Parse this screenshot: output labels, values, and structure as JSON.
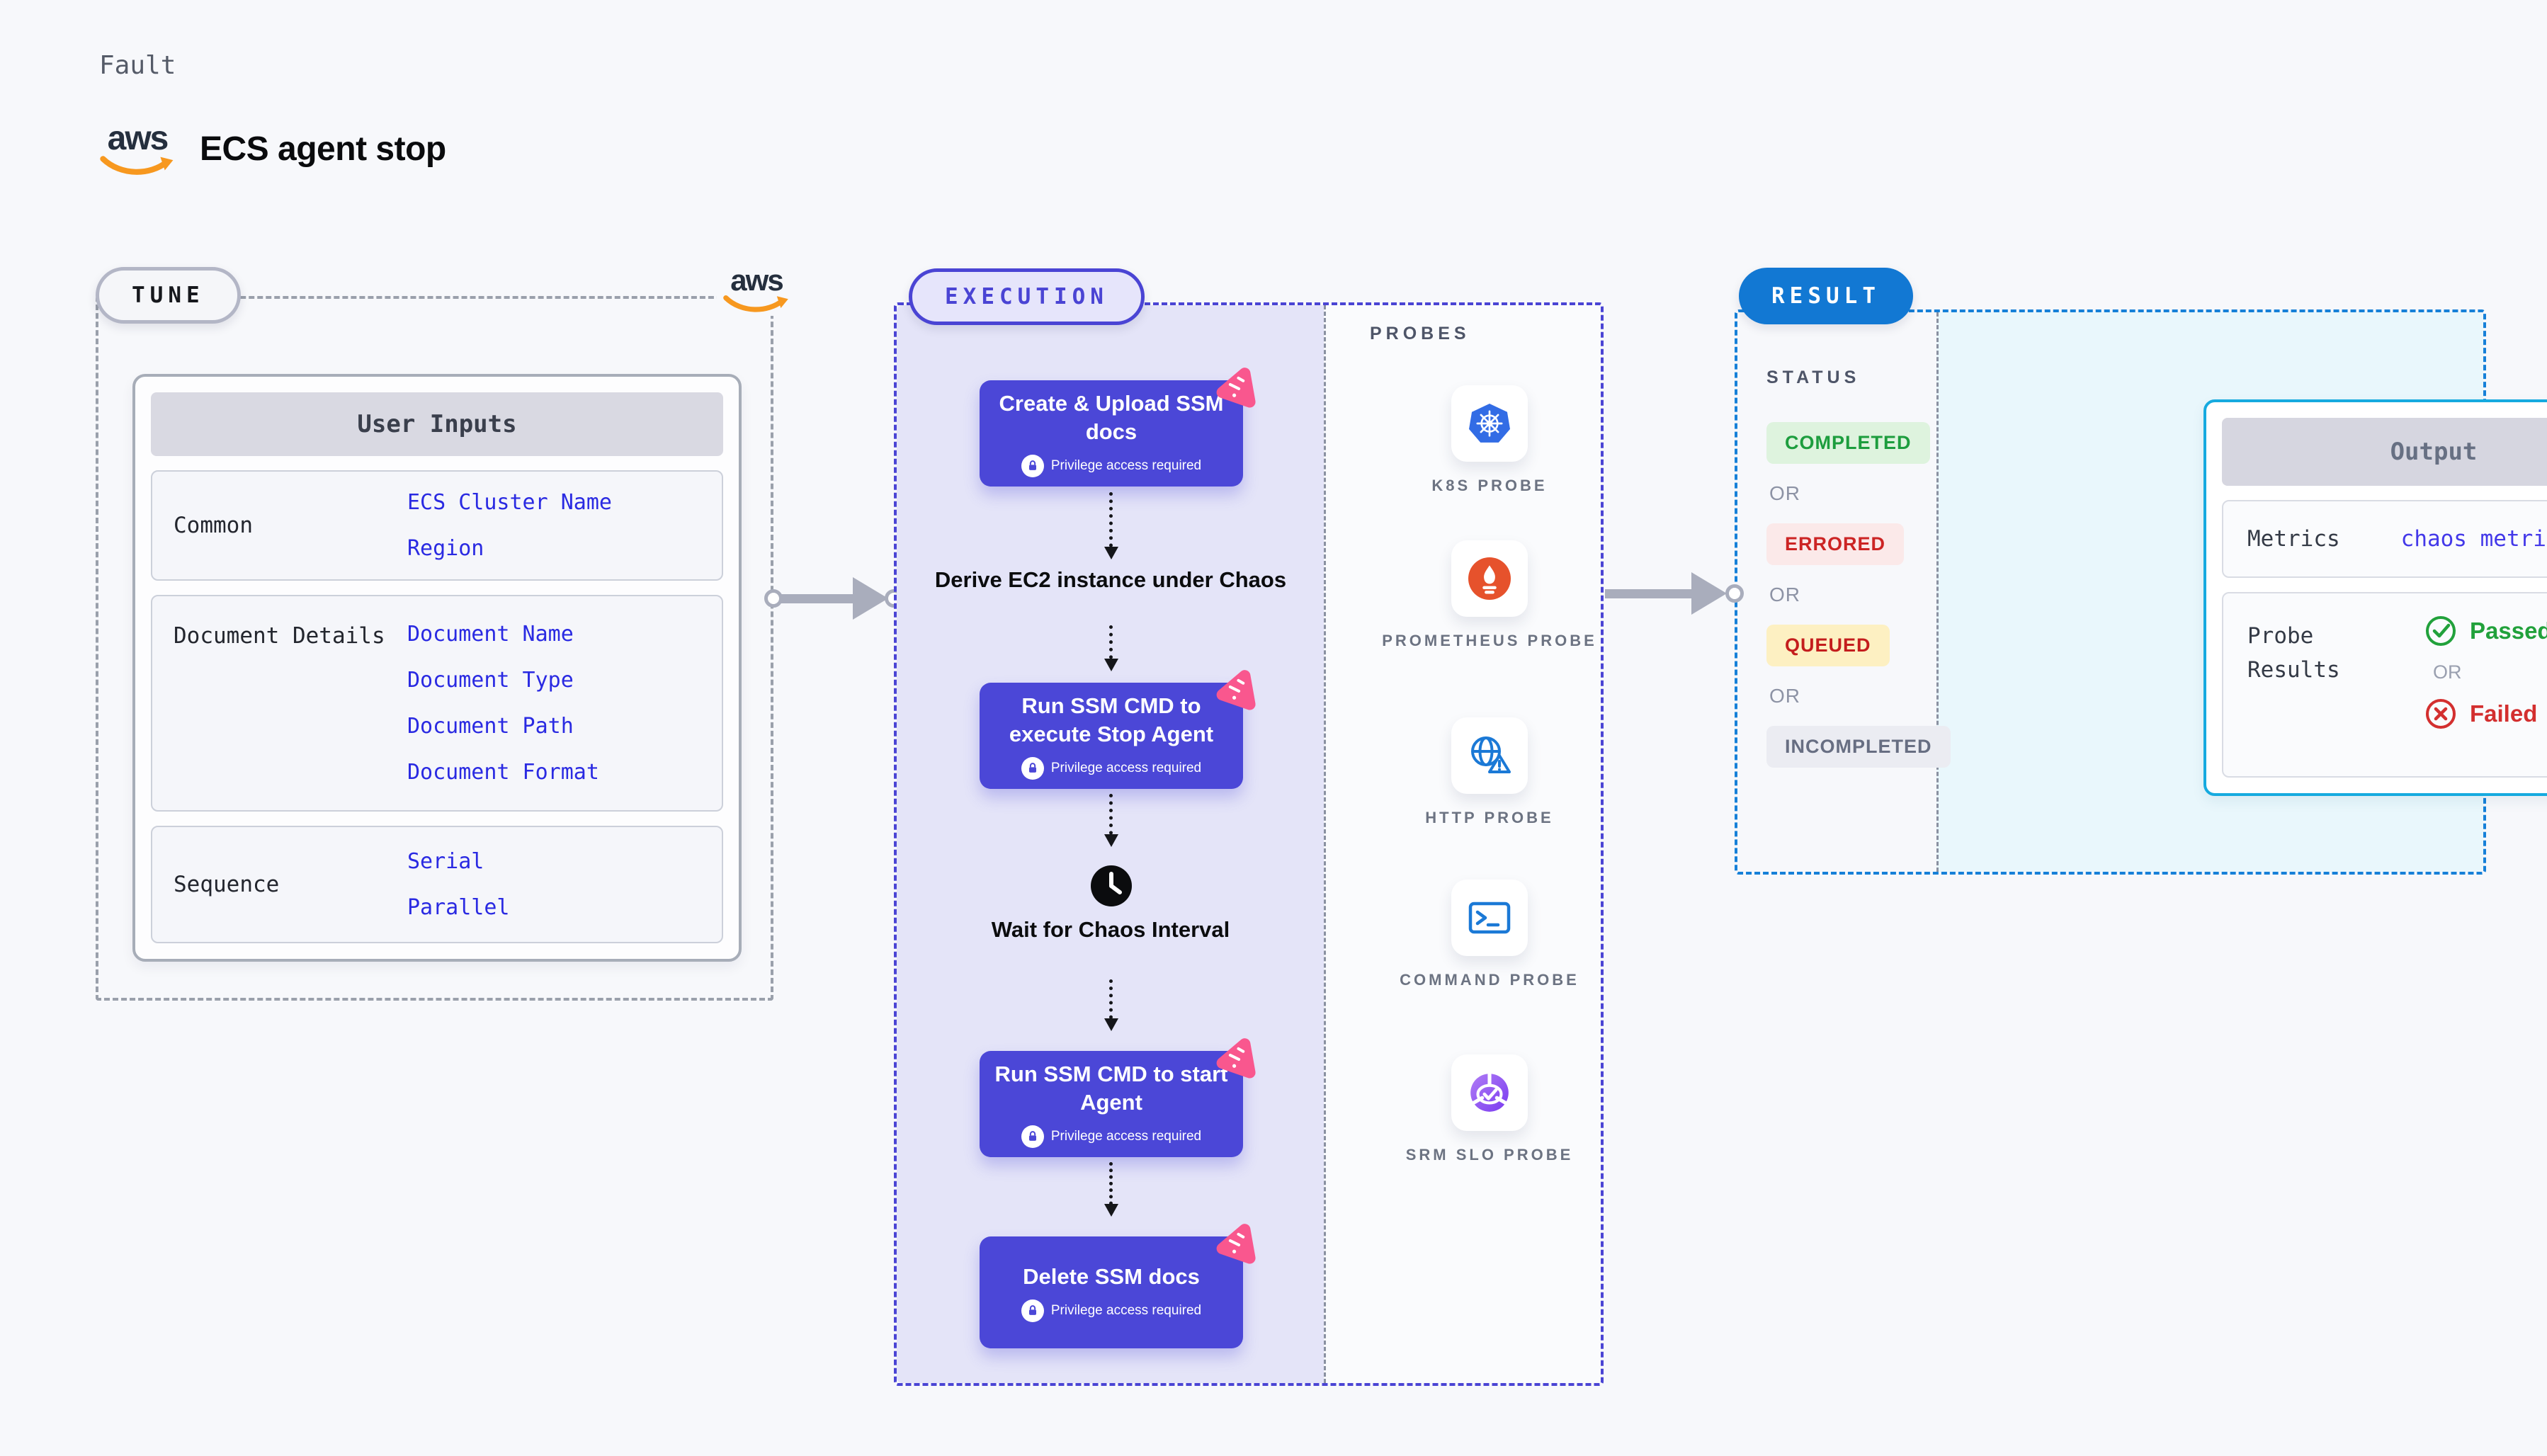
{
  "header": {
    "eyebrow": "Fault",
    "title": "ECS agent stop",
    "aws_logo_text": "aws"
  },
  "tune": {
    "pill": "TUNE",
    "aws_logo_text": "aws",
    "table_title": "User Inputs",
    "rows": [
      {
        "label": "Common",
        "values": [
          "ECS Cluster Name",
          "Region"
        ]
      },
      {
        "label": "Document Details",
        "values": [
          "Document Name",
          "Document Type",
          "Document Path",
          "Document Format"
        ]
      },
      {
        "label": "Sequence",
        "values": [
          "Serial",
          "Parallel"
        ]
      }
    ]
  },
  "execution": {
    "pill": "EXECUTION",
    "privilege_note": "Privilege access required",
    "steps": {
      "create_upload": "Create & Upload SSM docs",
      "derive": "Derive EC2 instance under Chaos",
      "stop_agent": "Run SSM CMD to execute Stop Agent",
      "wait": "Wait for Chaos Interval",
      "start_agent": "Run SSM CMD to start Agent",
      "delete_docs": "Delete SSM docs"
    }
  },
  "probes": {
    "title": "PROBES",
    "items": [
      {
        "label": "K8S PROBE",
        "icon": "kubernetes-icon"
      },
      {
        "label": "PROMETHEUS PROBE",
        "icon": "prometheus-icon"
      },
      {
        "label": "HTTP PROBE",
        "icon": "http-probe-icon"
      },
      {
        "label": "COMMAND PROBE",
        "icon": "command-probe-icon"
      },
      {
        "label": "SRM SLO PROBE",
        "icon": "srm-slo-probe-icon"
      }
    ]
  },
  "result": {
    "pill": "RESULT",
    "status_title": "STATUS",
    "or": "OR",
    "statuses": [
      {
        "label": "COMPLETED",
        "fg": "#1d9d3e",
        "bg": "#def3de"
      },
      {
        "label": "ERRORED",
        "fg": "#cc2424",
        "bg": "#fbe9e9"
      },
      {
        "label": "QUEUED",
        "fg": "#c41d1d",
        "bg": "#fdf0c2"
      },
      {
        "label": "INCOMPLETED",
        "fg": "#676e82",
        "bg": "#ebecf2"
      }
    ],
    "output": {
      "title": "Output",
      "metrics_label": "Metrics",
      "metrics_value": "chaos metrics",
      "probe_results_label": "Probe Results",
      "passed": "Passed",
      "or": "OR",
      "failed": "Failed"
    }
  },
  "colors": {
    "accent_indigo": "#4b47d7",
    "accent_pink": "#f9578e",
    "result_blue": "#1278d3",
    "output_cyan": "#16aadf",
    "kubernetes_blue": "#326ce5",
    "prometheus_orange": "#e6522c",
    "arrow_gray": "#a9adbc"
  }
}
